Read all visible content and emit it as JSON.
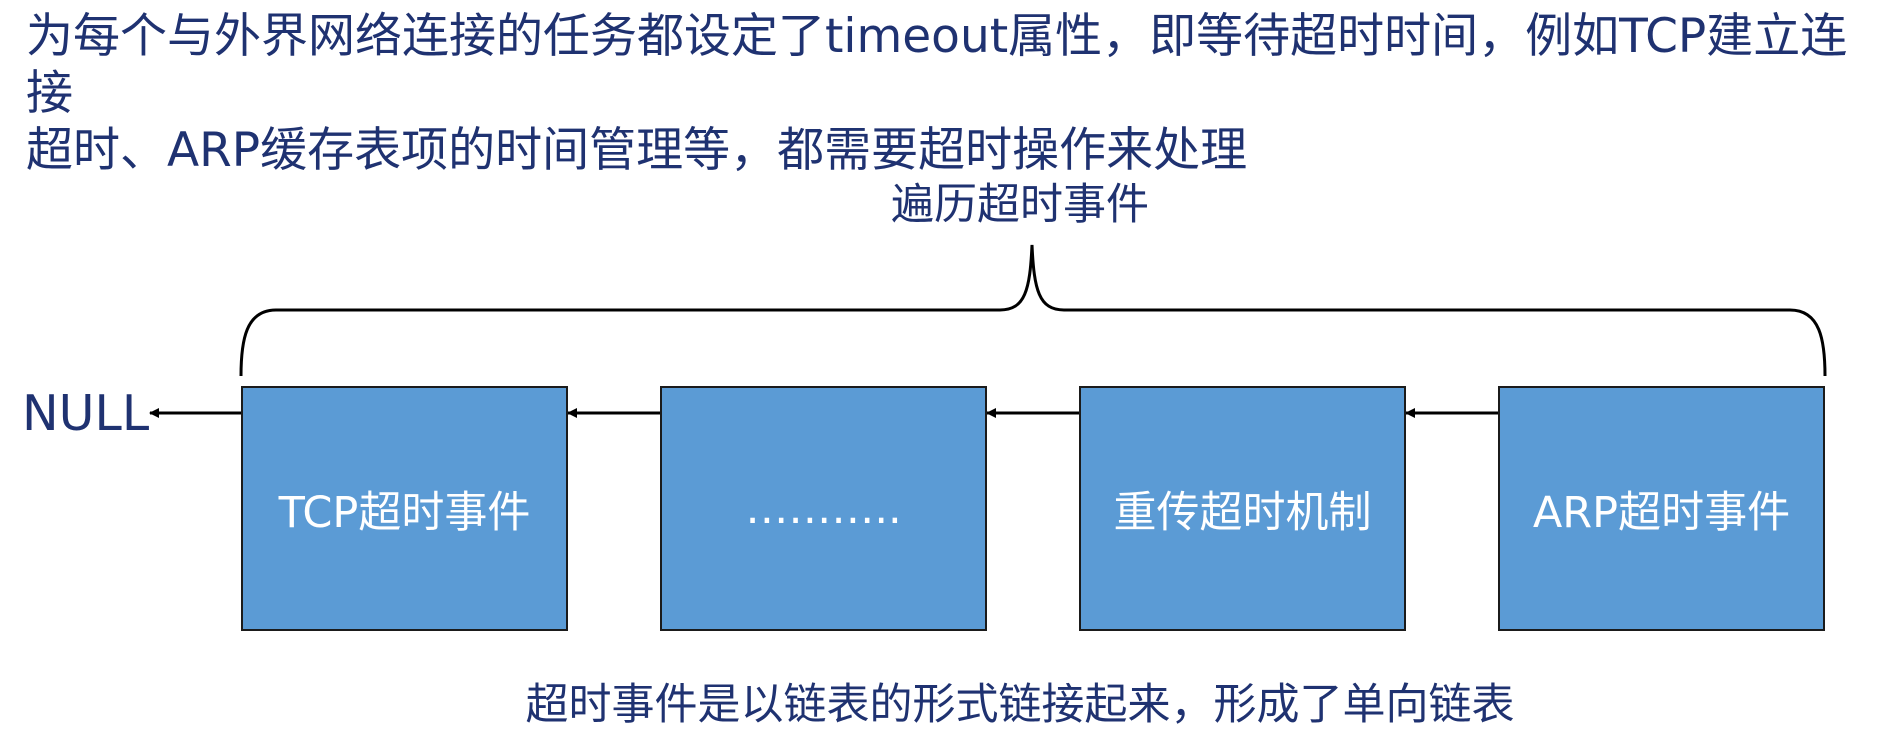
{
  "intro_text": "为每个与外界网络连接的任务都设定了timeout属性，即等待超时时间，例如TCP建立连接\n超时、ARP缓存表项的时间管理等，都需要超时操作来处理",
  "diagram": {
    "brace_label": "遍历超时事件",
    "null_label": "NULL",
    "nodes": [
      {
        "label": "TCP超时事件"
      },
      {
        "label": "……….."
      },
      {
        "label": "重传超时机制"
      },
      {
        "label": "ARP超时事件"
      }
    ],
    "caption": "超时事件是以链表的形式链接起来，形成了单向链表",
    "colors": {
      "node_fill": "#5b9bd5",
      "text": "#1f3271",
      "line": "#000000"
    }
  }
}
